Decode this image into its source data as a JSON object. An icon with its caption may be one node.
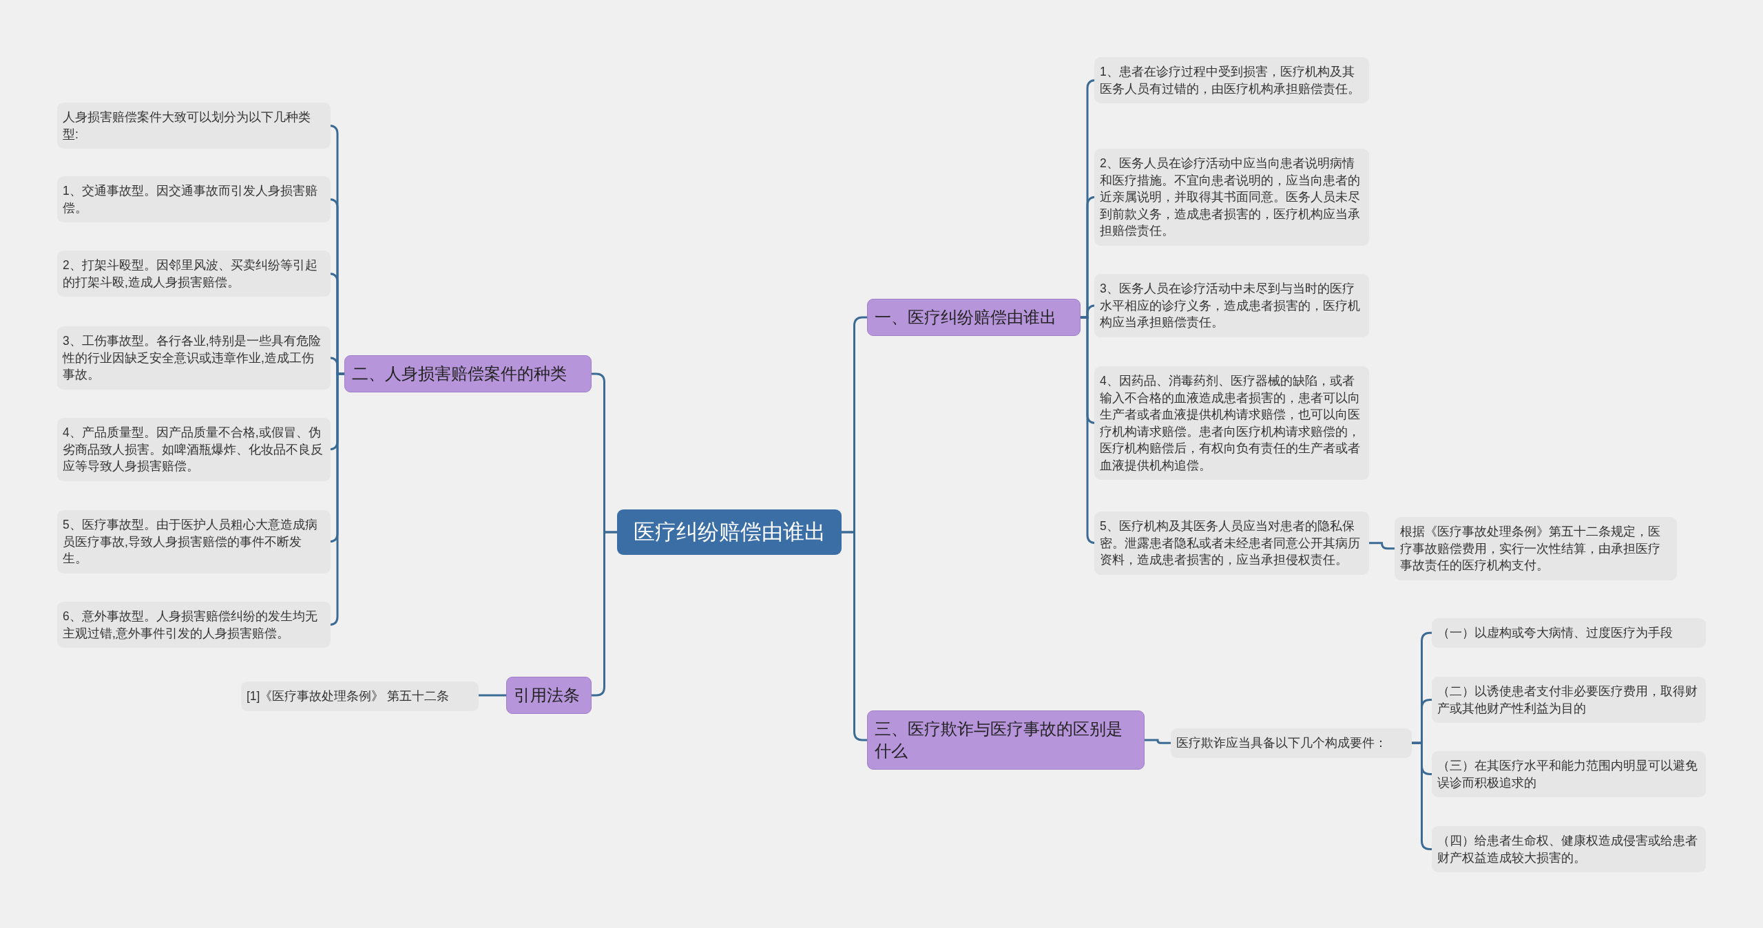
{
  "diagram": {
    "nodes": [
      {
        "text": [
          "医疗纠纷赔偿由谁出"
        ]
      },
      {
        "text": [
          "一、医疗纠纷赔偿由谁出"
        ]
      },
      {
        "text": [
          "1、患者在诊疗过程中受到损害，医疗机构及其医务人员有过错的，由医疗机构承担赔偿责任。"
        ]
      },
      {
        "text": [
          "2、医务人员在诊疗活动中应当向患者说明病情和医疗措施。不宜向患者说明的，应当向患者的近亲属说明，并取得其书面同意。医务人员未尽到前款义务，造成患者损害的，医疗机构应当承担赔偿责任。"
        ]
      },
      {
        "text": [
          "3、医务人员在诊疗活动中未尽到与当时的医疗水平相应的诊疗义务，造成患者损害的，医疗机构应当承担赔偿责任。"
        ]
      },
      {
        "text": [
          "4、因药品、消毒药剂、医疗器械的缺陷，或者输入不合格的血液造成患者损害的，患者可以向生产者或者血液提供机构请求赔偿，也可以向医疗机构请求赔偿。患者向医疗机构请求赔偿的，医疗机构赔偿后，有权向负有责任的生产者或者血液提供机构追偿。"
        ]
      },
      {
        "text": [
          "5、医疗机构及其医务人员应当对患者的隐私保密。泄露患者隐私或者未经患者同意公开其病历资料，造成患者损害的，应当承担侵权责任。"
        ]
      },
      {
        "text": [
          "根据《医疗事故处理条例》第五十二条规定，医疗事故赔偿费用，实行一次性结算，由承担医疗事故责任的医疗机构支付。"
        ]
      },
      {
        "text": [
          "三、医疗欺诈与医疗事故的区别是什么"
        ]
      },
      {
        "text": [
          "医疗欺诈应当具备以下几个构成要件："
        ]
      },
      {
        "text": [
          "（一）以虚构或夸大病情、过度医疗为手段"
        ]
      },
      {
        "text": [
          "（二）以诱使患者支付非必要医疗费用，取得财产或其他财产性利益为目的"
        ]
      },
      {
        "text": [
          "（三）在其医疗水平和能力范围内明显可以避免误诊而积极追求的"
        ]
      },
      {
        "text": [
          "（四）给患者生命权、健康权造成侵害或给患者财产权益造成较大损害的。"
        ]
      },
      {
        "text": [
          "二、人身损害赔偿案件的种类"
        ]
      },
      {
        "text": [
          "人身损害赔偿案件大致可以划分为以下几种类型:"
        ]
      },
      {
        "text": [
          "1、交通事故型。因交通事故而引发人身损害赔偿。"
        ]
      },
      {
        "text": [
          "2、打架斗殴型。因邻里风波、买卖纠纷等引起的打架斗殴,造成人身损害赔偿。"
        ]
      },
      {
        "text": [
          "3、工伤事故型。各行各业,特别是一些具有危险性的行业因缺乏安全意识或违章作业,造成工伤事故。"
        ]
      },
      {
        "text": [
          "4、产品质量型。因产品质量不合格,或假冒、伪劣商品致人损害。如啤酒瓶爆炸、化妆品不良反应等导致人身损害赔偿。"
        ]
      },
      {
        "text": [
          "5、医疗事故型。由于医护人员粗心大意造成病员医疗事故,导致人身损害赔偿的事件不断发生。"
        ]
      },
      {
        "text": [
          "6、意外事故型。人身损害赔偿纠纷的发生均无主观过错,意外事件引发的人身损害赔偿。"
        ]
      },
      {
        "text": [
          "引用法条"
        ]
      },
      {
        "text": [
          "[1]《医疗事故处理条例》 第五十二条"
        ]
      }
    ],
    "edges": [
      {
        "from": 0,
        "to": 1,
        "arrow": "none"
      },
      {
        "from": 1,
        "to": 2,
        "arrow": "none"
      },
      {
        "from": 1,
        "to": 3,
        "arrow": "none"
      },
      {
        "from": 1,
        "to": 4,
        "arrow": "none"
      },
      {
        "from": 1,
        "to": 5,
        "arrow": "none"
      },
      {
        "from": 1,
        "to": 6,
        "arrow": "none"
      },
      {
        "from": 6,
        "to": 7,
        "arrow": "none"
      },
      {
        "from": 0,
        "to": 8,
        "arrow": "none"
      },
      {
        "from": 8,
        "to": 9,
        "arrow": "none"
      },
      {
        "from": 9,
        "to": 10,
        "arrow": "none"
      },
      {
        "from": 9,
        "to": 11,
        "arrow": "none"
      },
      {
        "from": 9,
        "to": 12,
        "arrow": "none"
      },
      {
        "from": 9,
        "to": 13,
        "arrow": "none"
      },
      {
        "from": 0,
        "to": 14,
        "arrow": "none"
      },
      {
        "from": 14,
        "to": 15,
        "arrow": "none"
      },
      {
        "from": 14,
        "to": 16,
        "arrow": "none"
      },
      {
        "from": 14,
        "to": 17,
        "arrow": "none"
      },
      {
        "from": 14,
        "to": 18,
        "arrow": "none"
      },
      {
        "from": 14,
        "to": 19,
        "arrow": "none"
      },
      {
        "from": 14,
        "to": 20,
        "arrow": "none"
      },
      {
        "from": 14,
        "to": 21,
        "arrow": "none"
      },
      {
        "from": 0,
        "to": 22,
        "arrow": "none"
      },
      {
        "from": 22,
        "to": 23,
        "arrow": "none"
      }
    ]
  }
}
